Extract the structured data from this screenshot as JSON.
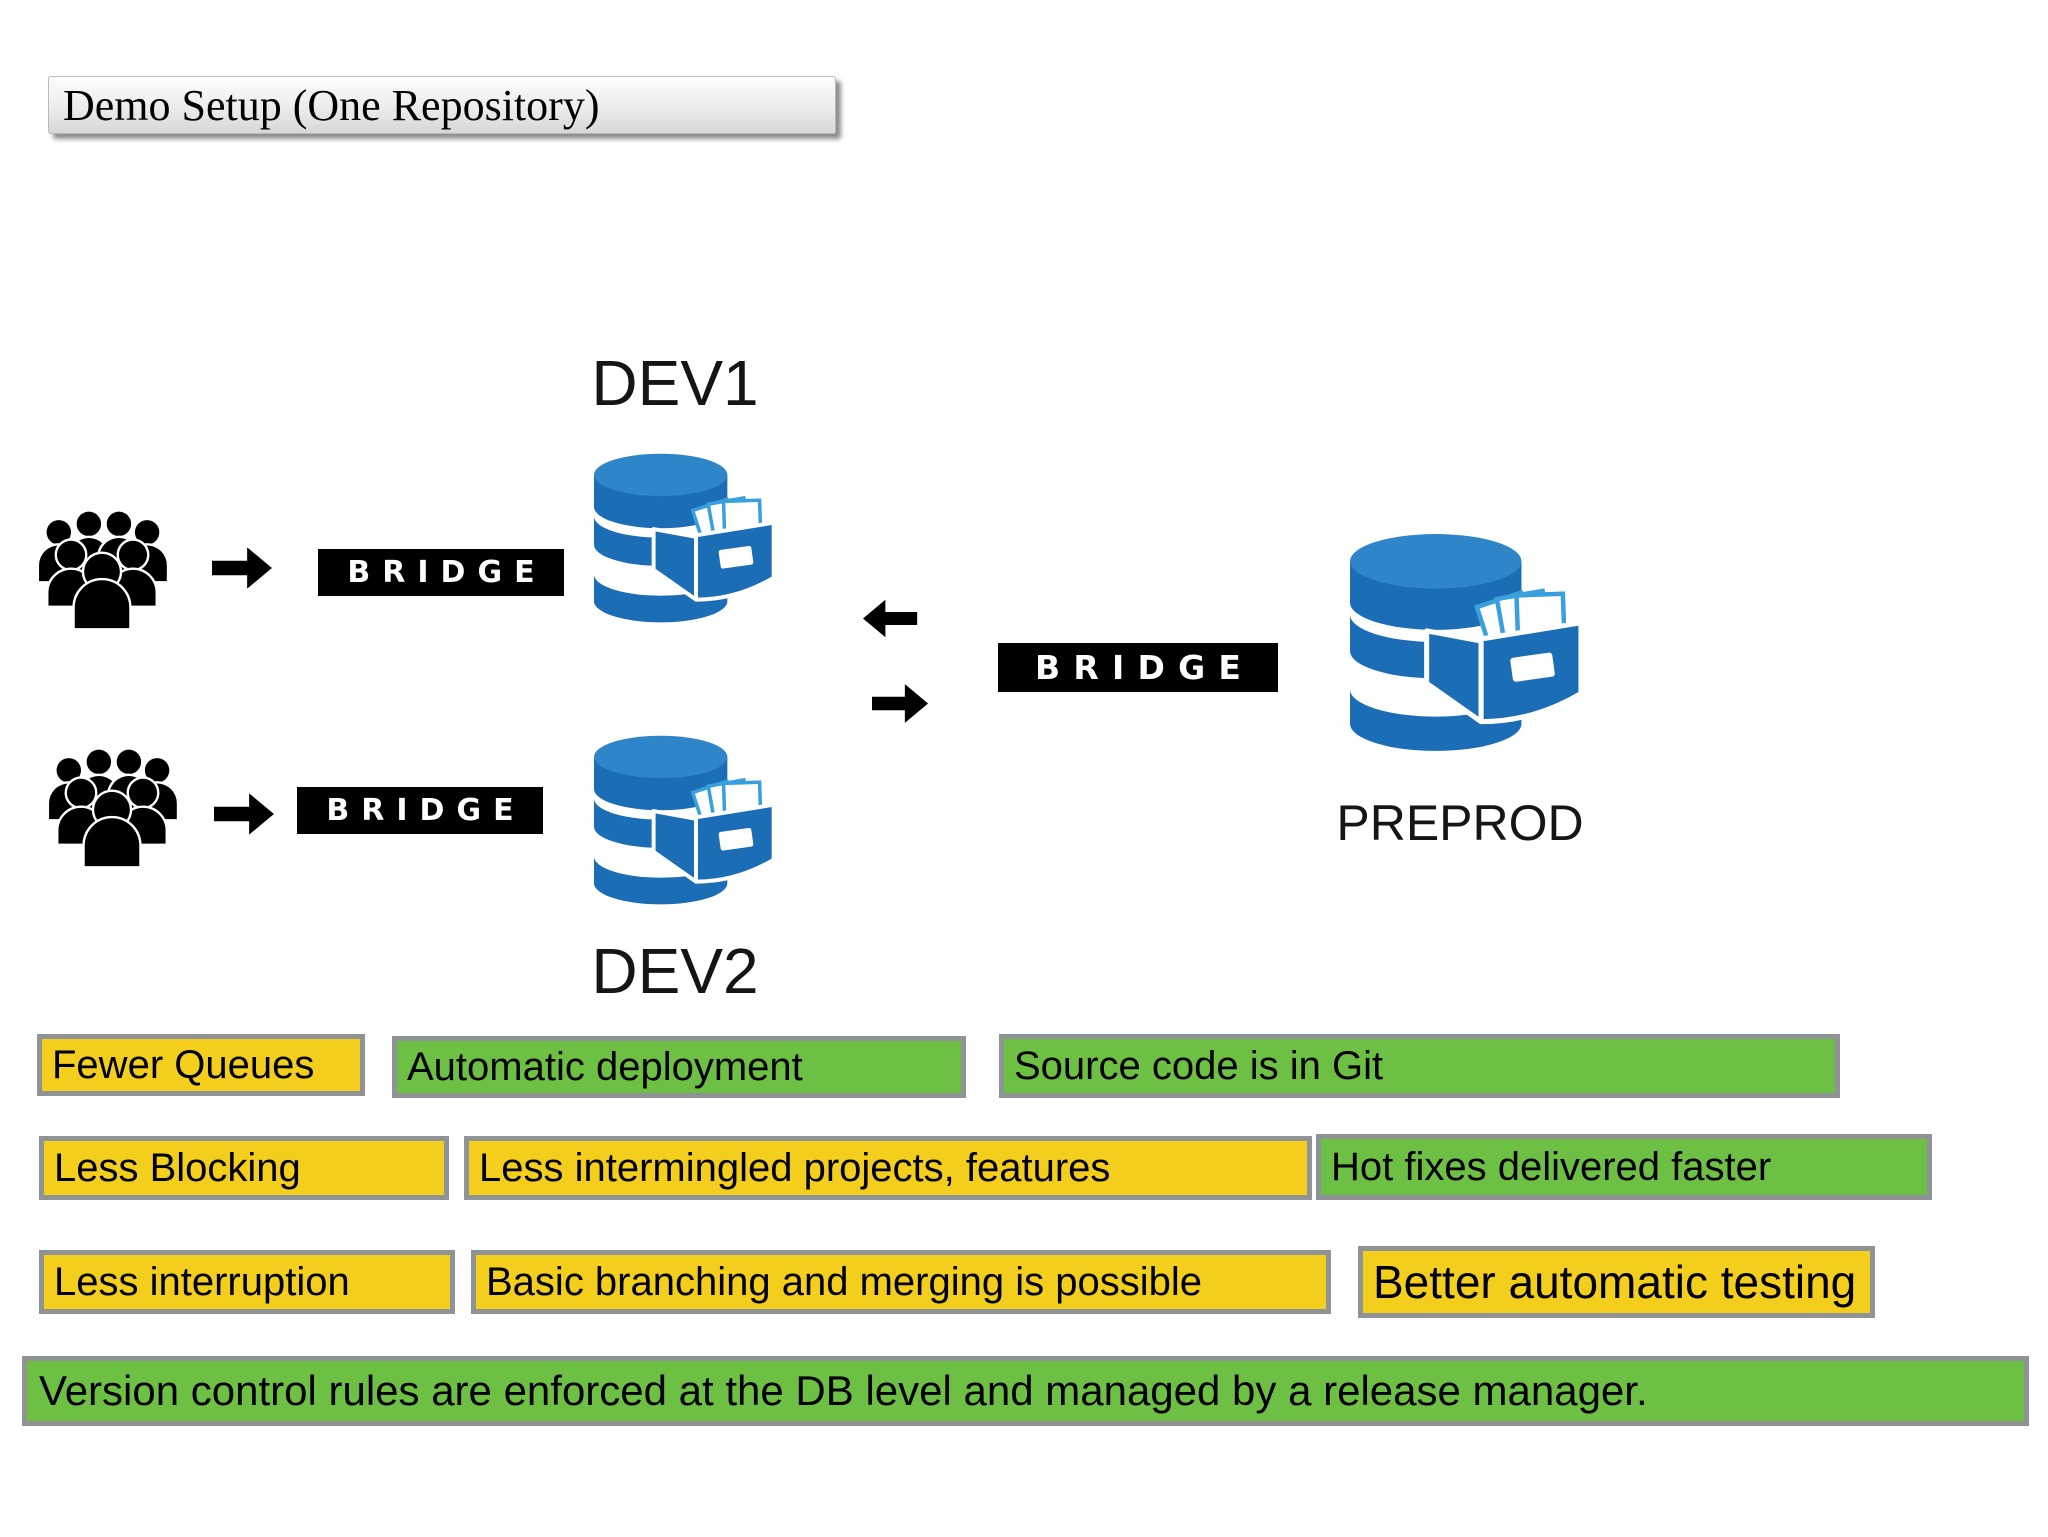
{
  "title": "Demo Setup (One Repository)",
  "nodes": {
    "dev1": "DEV1",
    "dev2": "DEV2",
    "preprod": "PREPROD"
  },
  "bridge": {
    "label": "BRIDGE"
  },
  "icons": {
    "crowd": "users-group-icon",
    "database": "database-drawer-icon",
    "arrow_right": "arrow-right-icon",
    "arrow_left": "arrow-left-icon"
  },
  "colors": {
    "benefit_yellow": "#F3CE1D",
    "benefit_green": "#6DC044",
    "benefit_border": "#8F9396",
    "database_blue": "#1B6DB5",
    "database_blue_light": "#2E85C7",
    "folder_outline_blue": "#38A1DD",
    "bridge_bg": "#000000",
    "bridge_text": "#FFFFFF"
  },
  "benefits": {
    "items": [
      {
        "label": "Fewer Queues",
        "color": "yellow"
      },
      {
        "label": "Automatic deployment",
        "color": "green"
      },
      {
        "label": "Source code is in Git",
        "color": "green"
      },
      {
        "label": "Less Blocking",
        "color": "yellow"
      },
      {
        "label": "Less intermingled projects, features",
        "color": "yellow"
      },
      {
        "label": "Hot fixes delivered faster",
        "color": "green"
      },
      {
        "label": "Less interruption",
        "color": "yellow"
      },
      {
        "label": "Basic branching and merging is possible",
        "color": "yellow"
      },
      {
        "label": "Better automatic testing",
        "color": "yellow"
      }
    ],
    "footer": {
      "label": "Version control rules are enforced at the DB level and managed by a release manager.",
      "color": "green"
    }
  }
}
